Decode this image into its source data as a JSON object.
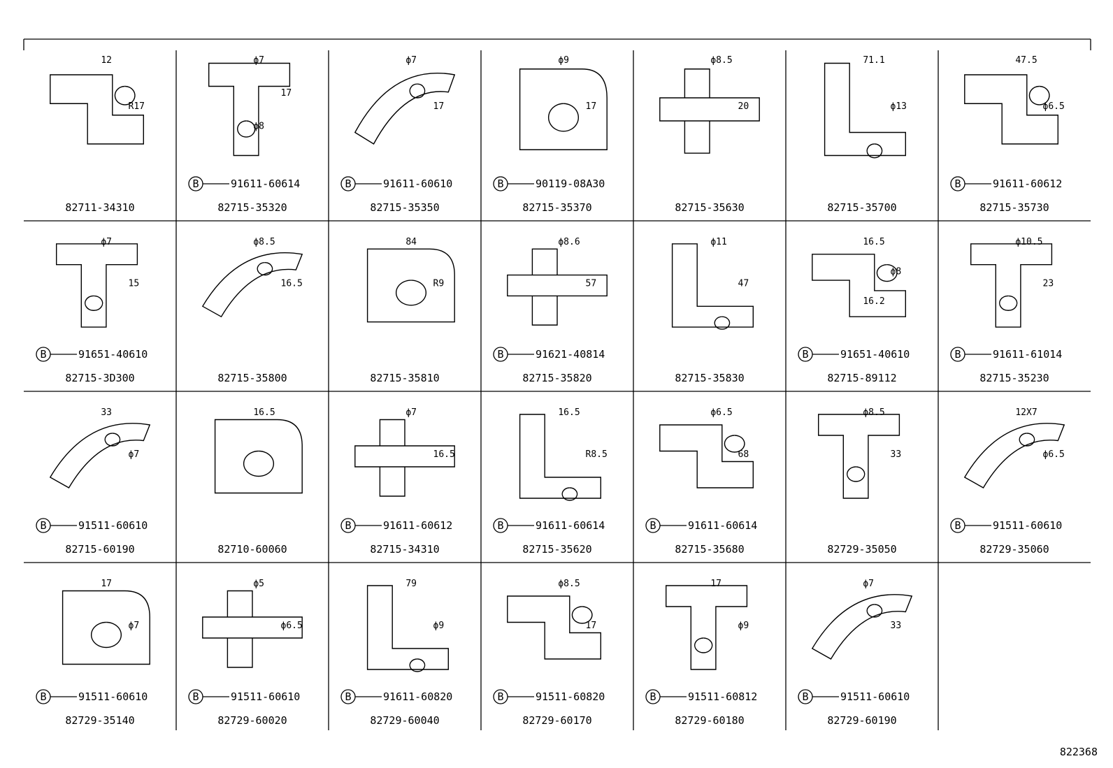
{
  "diagram_id": "822368",
  "bolt_marker": "B",
  "cells": [
    {
      "part": "82711-34310",
      "bolt": "",
      "dims": [
        "12",
        "R17"
      ]
    },
    {
      "part": "82715-35320",
      "bolt": "91611-60614",
      "dims": [
        "ϕ7",
        "17",
        "ϕ8"
      ]
    },
    {
      "part": "82715-35350",
      "bolt": "91611-60610",
      "dims": [
        "ϕ7",
        "17"
      ]
    },
    {
      "part": "82715-35370",
      "bolt": "90119-08A30",
      "dims": [
        "ϕ9",
        "17"
      ]
    },
    {
      "part": "82715-35630",
      "bolt": "",
      "dims": [
        "ϕ8.5",
        "20"
      ]
    },
    {
      "part": "82715-35700",
      "bolt": "",
      "dims": [
        "71.1",
        "ϕ13"
      ]
    },
    {
      "part": "82715-35730",
      "bolt": "91611-60612",
      "dims": [
        "47.5",
        "ϕ6.5"
      ]
    },
    {
      "part": "82715-3D300",
      "bolt": "91651-40610",
      "dims": [
        "ϕ7",
        "15"
      ]
    },
    {
      "part": "82715-35800",
      "bolt": "",
      "dims": [
        "ϕ8.5",
        "16.5"
      ]
    },
    {
      "part": "82715-35810",
      "bolt": "",
      "dims": [
        "84",
        "R9"
      ]
    },
    {
      "part": "82715-35820",
      "bolt": "91621-40814",
      "dims": [
        "ϕ8.6",
        "57"
      ]
    },
    {
      "part": "82715-35830",
      "bolt": "",
      "dims": [
        "ϕ11",
        "47"
      ]
    },
    {
      "part": "82715-89112",
      "bolt": "91651-40610",
      "dims": [
        "16.5",
        "ϕ8",
        "16.2"
      ]
    },
    {
      "part": "82715-35230",
      "bolt": "91611-61014",
      "dims": [
        "ϕ10.5",
        "23"
      ]
    },
    {
      "part": "82715-60190",
      "bolt": "91511-60610",
      "dims": [
        "33",
        "ϕ7"
      ]
    },
    {
      "part": "82710-60060",
      "bolt": "",
      "dims": [
        "16.5"
      ]
    },
    {
      "part": "82715-34310",
      "bolt": "91611-60612",
      "dims": [
        "ϕ7",
        "16.5"
      ]
    },
    {
      "part": "82715-35620",
      "bolt": "91611-60614",
      "dims": [
        "16.5",
        "R8.5"
      ]
    },
    {
      "part": "82715-35680",
      "bolt": "91611-60614",
      "dims": [
        "ϕ6.5",
        "68"
      ]
    },
    {
      "part": "82729-35050",
      "bolt": "",
      "dims": [
        "ϕ8.5",
        "33"
      ]
    },
    {
      "part": "82729-35060",
      "bolt": "91511-60610",
      "dims": [
        "12X7",
        "ϕ6.5"
      ]
    },
    {
      "part": "82729-35140",
      "bolt": "91511-60610",
      "dims": [
        "17",
        "ϕ7"
      ]
    },
    {
      "part": "82729-60020",
      "bolt": "91511-60610",
      "dims": [
        "ϕ5",
        "ϕ6.5"
      ]
    },
    {
      "part": "82729-60040",
      "bolt": "91611-60820",
      "dims": [
        "79",
        "ϕ9"
      ]
    },
    {
      "part": "82729-60170",
      "bolt": "91511-60820",
      "dims": [
        "ϕ8.5",
        "17"
      ]
    },
    {
      "part": "82729-60180",
      "bolt": "91511-60812",
      "dims": [
        "17",
        "ϕ9"
      ]
    },
    {
      "part": "82729-60190",
      "bolt": "91511-60610",
      "dims": [
        "ϕ7",
        "33"
      ]
    }
  ]
}
